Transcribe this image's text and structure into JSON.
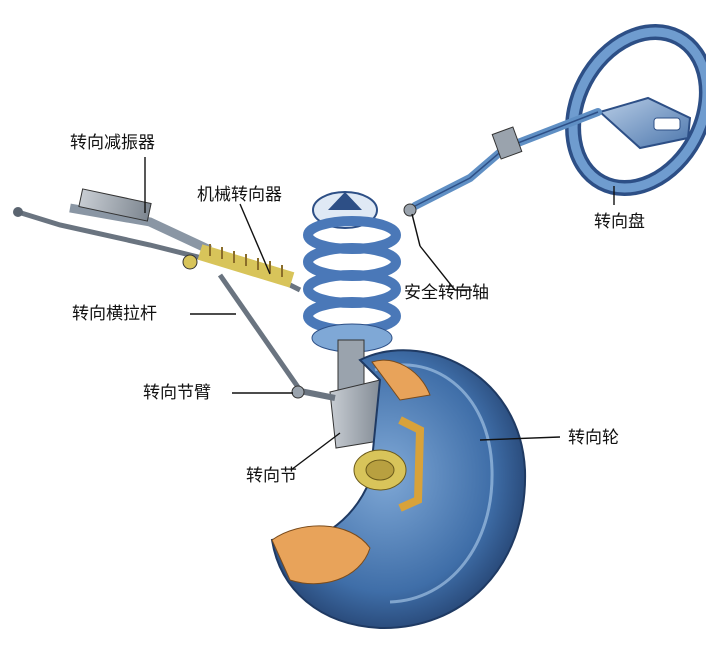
{
  "labels": {
    "steering_damper": "转向减振器",
    "mechanical_steering_gear": "机械转向器",
    "steering_wheel": "转向盘",
    "safety_steering_shaft": "安全转向轴",
    "tie_rod": "转向横拉杆",
    "steering_knuckle_arm": "转向节臂",
    "road_wheel": "转向轮",
    "steering_knuckle": "转向节"
  },
  "colors": {
    "metal_blue": "#5f8fc4",
    "dark_blue": "#2d4f86",
    "tire_blue": "#3f6ea8",
    "spring_blue": "#4a78b8",
    "brake_yellow": "#d8c45a",
    "orange_cut": "#e8a35a",
    "grey_metal": "#9aa3ad",
    "line": "#111111"
  }
}
